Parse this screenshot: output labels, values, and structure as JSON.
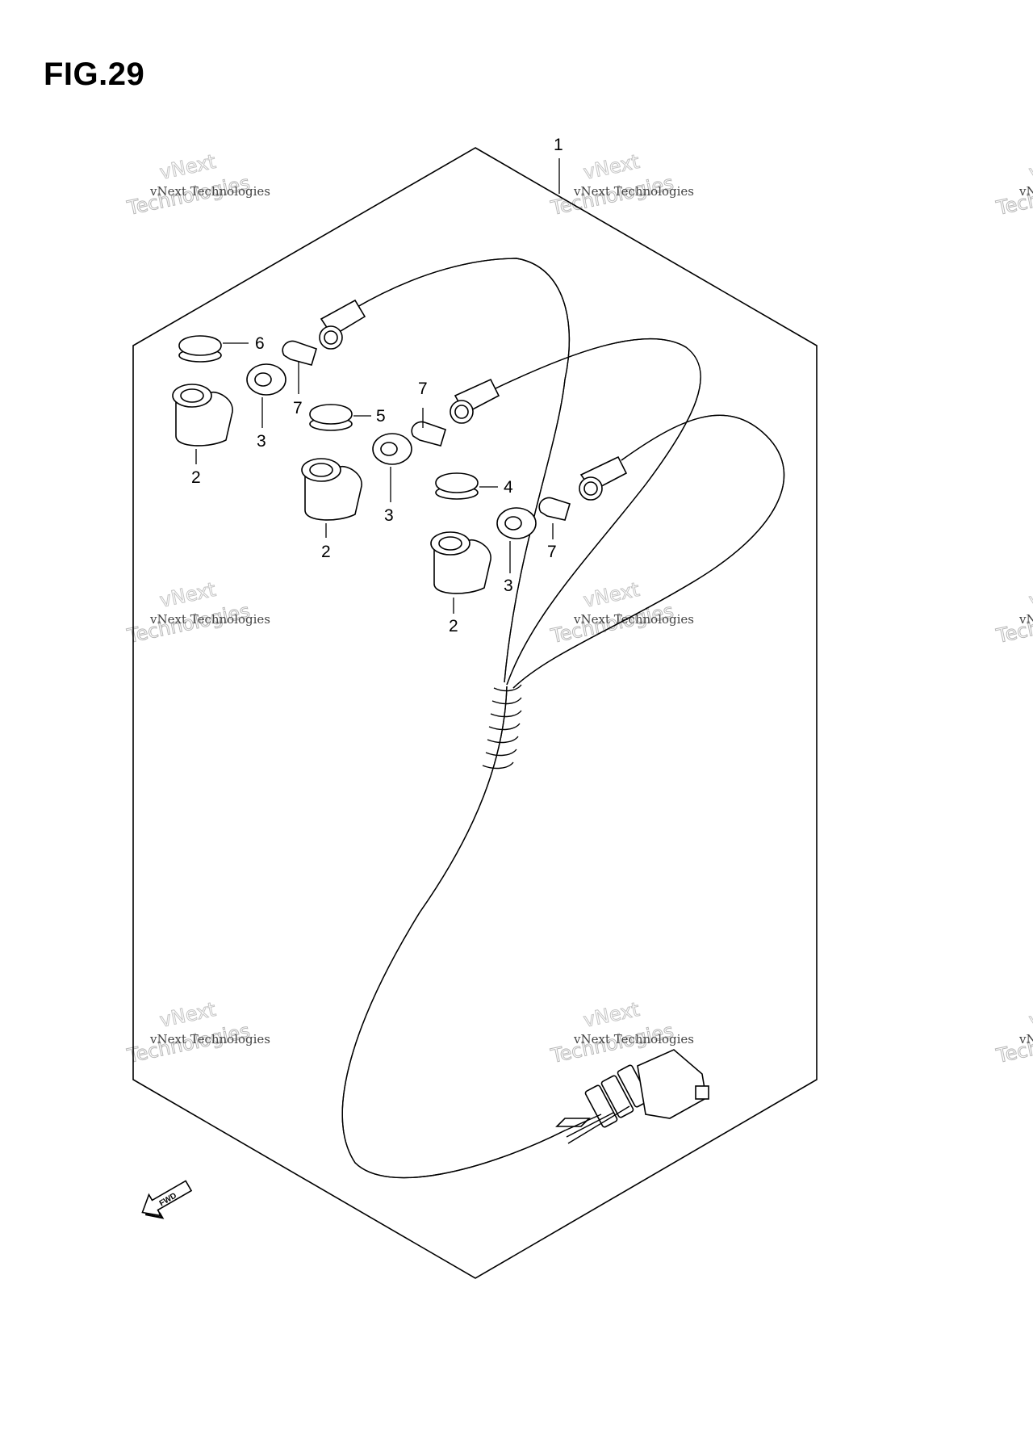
{
  "figure_title": "FIG.29",
  "fwd_label": "FWD",
  "callouts": {
    "c1": "1",
    "c2a": "2",
    "c2b": "2",
    "c2c": "2",
    "c3a": "3",
    "c3b": "3",
    "c3c": "3",
    "c4": "4",
    "c5": "5",
    "c6": "6",
    "c7a": "7",
    "c7b": "7",
    "c7c": "7"
  },
  "watermark": {
    "line_small": "vNext Technologies",
    "line_top": "vNext",
    "line_big": "Technologies"
  }
}
